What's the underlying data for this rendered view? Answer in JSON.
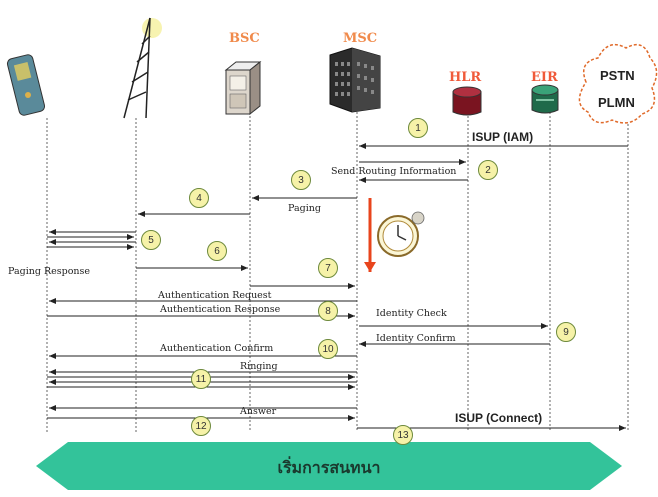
{
  "nodes": {
    "bsc": "BSC",
    "msc": "MSC",
    "hlr": "HLR",
    "eir": "EIR",
    "pstn_line1": "PSTN",
    "pstn_line2": "PLMN"
  },
  "messages": {
    "isup_iam": "ISUP (IAM)",
    "send_routing_information": "Send Routing Information",
    "paging": "Paging",
    "paging_response": "Paging Response",
    "authentication_request": "Authentication Request",
    "authentication_response": "Authentication Response",
    "identity_check": "Identity Check",
    "identity_confirm": "Identity Confirm",
    "authentication_confirm": "Authentication Confirm",
    "ringing": "Ringing",
    "answer": "Answer",
    "isup_connect": "ISUP (Connect)"
  },
  "steps": [
    "1",
    "2",
    "3",
    "4",
    "5",
    "6",
    "7",
    "8",
    "9",
    "10",
    "11",
    "12",
    "13"
  ],
  "banner": "เริ่มการสนทนา",
  "colors": {
    "node_label": "#f08a4b",
    "step_fill": "#f6f2a8",
    "banner": "#33c39a",
    "timer_arrow": "#e8441c"
  },
  "icons": {
    "phone": "mobile-phone-icon",
    "bts": "bts-tower-icon",
    "bsc": "bsc-cabinet-icon",
    "msc": "msc-building-icon",
    "hlr": "hlr-database-icon",
    "eir": "eir-database-icon",
    "pstn": "pstn-cloud-icon",
    "clock": "clock-icon"
  }
}
